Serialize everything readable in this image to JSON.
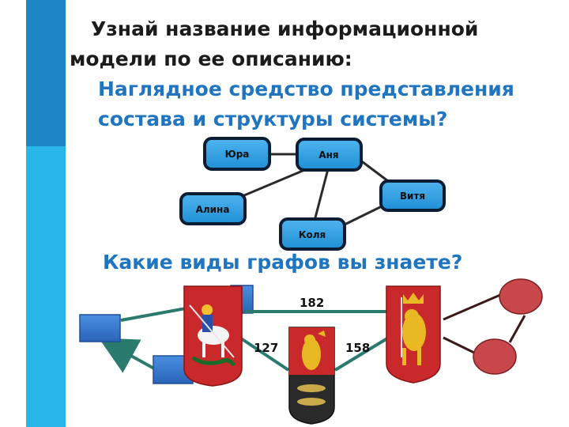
{
  "heading": {
    "line1": "Узнай название информационной",
    "line2": "модели по ее описанию:"
  },
  "question": {
    "line1": "Наглядное средство представления",
    "line2": "состава и структуры системы?"
  },
  "graph": {
    "nodes": [
      "Юра",
      "Аня",
      "Витя",
      "Алина",
      "Коля"
    ]
  },
  "question2": "Какие виды графов вы знаете?",
  "weighted_graph": {
    "weights": [
      "182",
      "127",
      "158"
    ]
  },
  "colors": {
    "strip_light": "#29b6e8",
    "strip_dark": "#1f86c6",
    "question_blue": "#1f75c0",
    "node_fill": "#1f8fd6",
    "node_border": "#0b1d33",
    "edge": "#2b2b2b",
    "directed_edge": "#2b7a6e",
    "square_fill": "#2f6fc6",
    "circle_fill": "#c7474a",
    "crest_red": "#c9292a"
  },
  "icons": [
    "moscow-coat-of-arms",
    "vladimir-coat-of-arms",
    "pereslavl-coat-of-arms"
  ]
}
